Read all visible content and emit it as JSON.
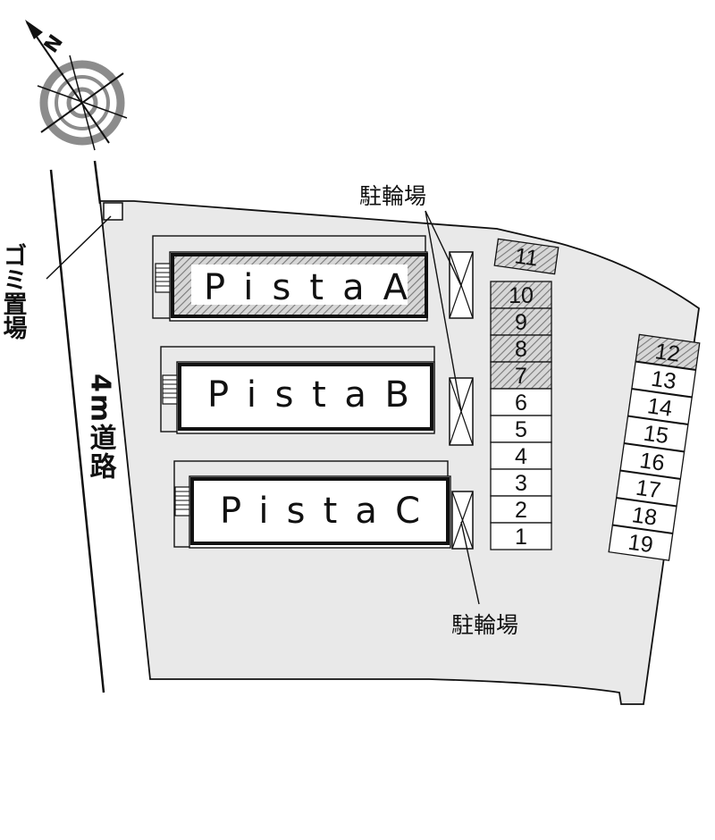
{
  "compass": {
    "north_label": "N"
  },
  "buildings": [
    {
      "id": "a",
      "label": "PistaA",
      "hatched": true
    },
    {
      "id": "b",
      "label": "PistaB",
      "hatched": false
    },
    {
      "id": "c",
      "label": "PistaC",
      "hatched": false
    }
  ],
  "labels": {
    "bicycle_parking_top": "駐輪場",
    "bicycle_parking_bottom": "駐輪場",
    "garbage_area": "ゴミ置場",
    "road": "4m道路"
  },
  "parking": {
    "column_1": [
      {
        "number": "11",
        "hatched": true
      },
      {
        "number": "10",
        "hatched": true
      },
      {
        "number": "9",
        "hatched": true
      },
      {
        "number": "8",
        "hatched": true
      },
      {
        "number": "7",
        "hatched": true
      },
      {
        "number": "6",
        "hatched": false
      },
      {
        "number": "5",
        "hatched": false
      },
      {
        "number": "4",
        "hatched": false
      },
      {
        "number": "3",
        "hatched": false
      },
      {
        "number": "2",
        "hatched": false
      },
      {
        "number": "1",
        "hatched": false
      }
    ],
    "column_2": [
      {
        "number": "12",
        "hatched": true
      },
      {
        "number": "13",
        "hatched": false
      },
      {
        "number": "14",
        "hatched": false
      },
      {
        "number": "15",
        "hatched": false
      },
      {
        "number": "16",
        "hatched": false
      },
      {
        "number": "17",
        "hatched": false
      },
      {
        "number": "18",
        "hatched": false
      },
      {
        "number": "19",
        "hatched": false
      }
    ]
  },
  "colors": {
    "lot_fill": "#e9e9e9",
    "hatch": "#8a8a8a",
    "line": "#111111"
  }
}
